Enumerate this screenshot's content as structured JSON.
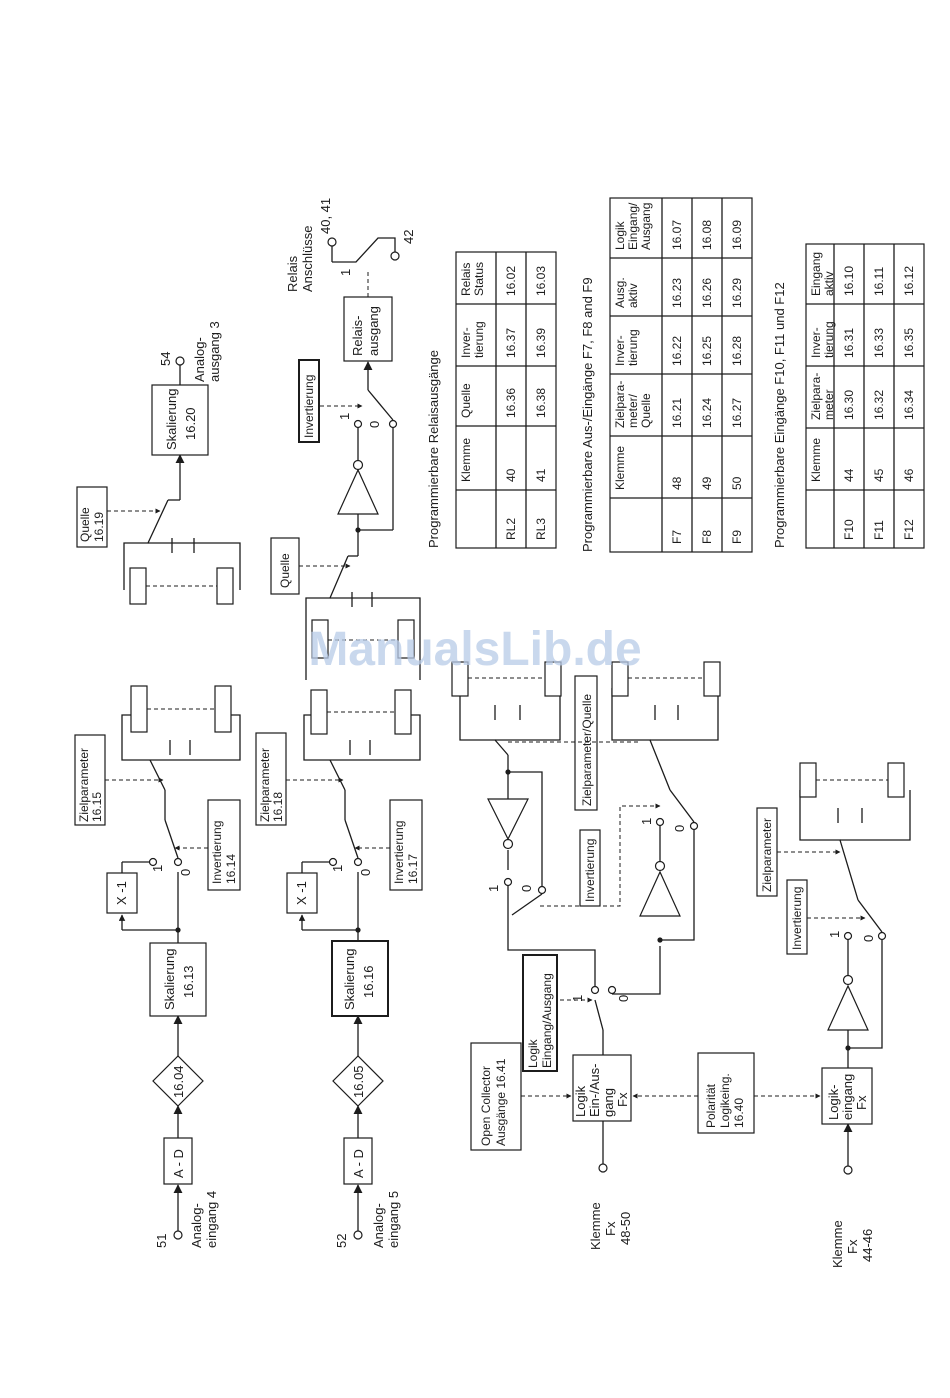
{
  "watermark": "ManualsLib.de",
  "analog": {
    "in4": {
      "terminal": "51",
      "label1": "Analog-",
      "label2": "eingang 4",
      "adc": "A - D",
      "param": "16.04",
      "scale_label": "Skalierung",
      "scale_param": "16.13",
      "invert_block": "X -1",
      "sw_1": "1",
      "sw_0": "0",
      "invert_label": "Invertierung",
      "invert_param": "16.14",
      "target_label": "Zielparameter",
      "target_param": "16.15"
    },
    "in5": {
      "terminal": "52",
      "label1": "Analog-",
      "label2": "eingang 5",
      "adc": "A - D",
      "param": "16.05",
      "scale_label": "Skalierung",
      "scale_param": "16.16",
      "invert_block": "X -1",
      "sw_1": "1",
      "sw_0": "0",
      "invert_label": "Invertierung",
      "invert_param": "16.17",
      "target_label": "Zielparameter",
      "target_param": "16.18"
    },
    "out3": {
      "source_label": "Quelle",
      "source_param": "16.19",
      "scale_label": "Skalierung",
      "scale_param": "16.20",
      "terminal": "54",
      "label1": "Analog-",
      "label2": "ausgang 3"
    }
  },
  "relay": {
    "invert_label": "Invertierung",
    "source_label": "Quelle",
    "sw_1": "1",
    "sw_0": "0",
    "block1": "Relais-",
    "block2": "ausgang",
    "contact": "1",
    "title1": "Relais",
    "title2": "Anschlüsse",
    "terminals": "40, 41",
    "terminal2": "42"
  },
  "logic_io": {
    "terminal1": "Klemme",
    "terminal2": "Fx",
    "terminal3": "48-50",
    "block1": "Logik",
    "block2": "Ein-/Aus-",
    "block3": "gang",
    "block4": "Fx",
    "oc_label1": "Open Collector",
    "oc_label2": "Ausgänge 16.41",
    "pol_label1": "Polarität",
    "pol_label2": "Logikeing.",
    "pol_label3": "16.40",
    "le_label1": "Logik",
    "le_label2": "Eingang/Ausgang",
    "sw_1": "1",
    "sw_0": "0",
    "inv_label": "Invertierung",
    "target_label": "Zielparameter/Quelle"
  },
  "logic_in": {
    "terminal1": "Klemme",
    "terminal2": "Fx",
    "terminal3": "44-46",
    "block1": "Logik-",
    "block2": "eingang",
    "block3": "Fx",
    "inv_label": "Invertierung",
    "target_label": "Zielparameter",
    "sw_1": "1",
    "sw_0": "0"
  },
  "table_relay": {
    "title": "Programmierbare Relaisausgänge",
    "headers": [
      "",
      "Klemme",
      "Quelle",
      "Inver-|tierung",
      "Relais|Status"
    ],
    "rows": [
      [
        "RL2",
        "40",
        "16.36",
        "16.37",
        "16.02"
      ],
      [
        "RL3",
        "41",
        "16.38",
        "16.39",
        "16.03"
      ]
    ]
  },
  "table_io": {
    "title": "Programmierbare Aus-/Eingänge  F7, F8 and F9",
    "headers": [
      "",
      "Klemme",
      "Zielpara-|meter/|Quelle",
      "Inver-|tierung",
      "Ausg.|aktiv",
      "Logik|Eingang/|Ausgang"
    ],
    "rows": [
      [
        "F7",
        "48",
        "16.21",
        "16.22",
        "16.23",
        "16.07"
      ],
      [
        "F8",
        "49",
        "16.24",
        "16.25",
        "16.26",
        "16.08"
      ],
      [
        "F9",
        "50",
        "16.27",
        "16.28",
        "16.29",
        "16.09"
      ]
    ]
  },
  "table_in": {
    "title": "Programmierbare Eingänge F10, F11 und F12",
    "headers": [
      "",
      "Klemme",
      "Zielpara-|meter",
      "Inver-|tierung",
      "Eingang|aktiv"
    ],
    "rows": [
      [
        "F10",
        "44",
        "16.30",
        "16.31",
        "16.10"
      ],
      [
        "F11",
        "45",
        "16.32",
        "16.33",
        "16.11"
      ],
      [
        "F12",
        "46",
        "16.34",
        "16.35",
        "16.12"
      ]
    ]
  }
}
